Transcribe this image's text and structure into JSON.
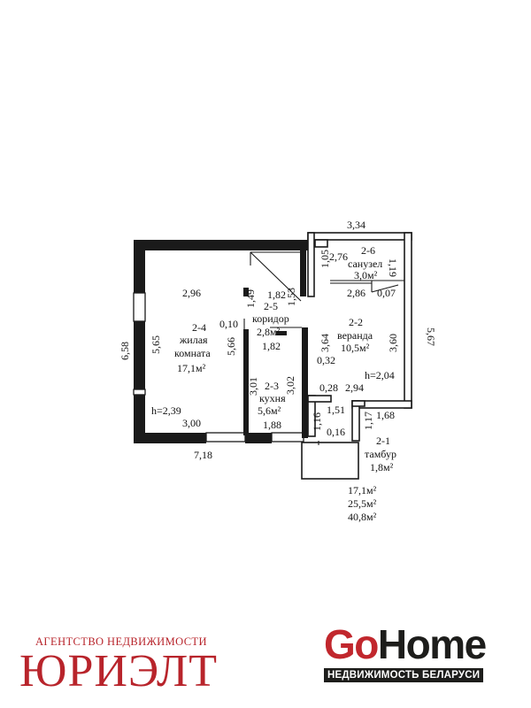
{
  "rooms": [
    {
      "id": "2-4",
      "name_line1": "жилая",
      "name_line2": "комната",
      "area": "17,1м²"
    },
    {
      "id": "2-5",
      "name": "коридор",
      "area": "2,8м²"
    },
    {
      "id": "2-3",
      "name": "кухня",
      "area": "5,6м²"
    },
    {
      "id": "2-2",
      "name": "веранда",
      "area": "10,5м²"
    },
    {
      "id": "2-6",
      "name": "санузел",
      "area": "3,0м²"
    },
    {
      "id": "2-1",
      "name": "тамбур",
      "area": "1,8м²"
    }
  ],
  "dimensions": {
    "top_overall": "3,34",
    "overall_width": "7,18",
    "left_height": "6,58",
    "right_height": "5,67",
    "room24_width": "2,96",
    "room24_height": "5,65",
    "room24_bottom": "3,00",
    "room24_ceiling": "h=2,39",
    "wall_010": "0,10",
    "wall_566": "5,66",
    "corridor_width": "1,82",
    "corridor_height": "1,49",
    "corridor_right": "1,53",
    "corridor_bottom": "1,82",
    "kitchen_left": "3,01",
    "kitchen_right": "3,02",
    "kitchen_bottom": "1,88",
    "san_width": "2,76",
    "san_height_left": "1,05",
    "san_height_right": "1,19",
    "san_bottom": "2,86",
    "san_wall": "0,07",
    "veranda_height_left": "3,64",
    "veranda_height_right": "3,60",
    "veranda_wall": "0,32",
    "veranda_ceiling": "h=2,04",
    "veranda_028": "0,28",
    "veranda_294": "2,94",
    "vest_151": "1,51",
    "vest_116": "1,16",
    "vest_117": "1,17",
    "vest_016": "0,16",
    "vest_168": "1,68"
  },
  "totals": [
    "17,1м²",
    "25,5м²",
    "40,8м²"
  ],
  "branding": {
    "agency_small": "АГЕНТСТВО НЕДВИЖИМОСТИ",
    "agency_name": "ЮРИЭЛТ",
    "gohome_go": "Go",
    "gohome_home": "Home",
    "gohome_sub": "НЕДВИЖИМОСТЬ БЕЛАРУСИ",
    "colors": {
      "agency_red": "#b8242b",
      "gohome_red": "#c1272d",
      "dark": "#1d1d1b"
    }
  }
}
